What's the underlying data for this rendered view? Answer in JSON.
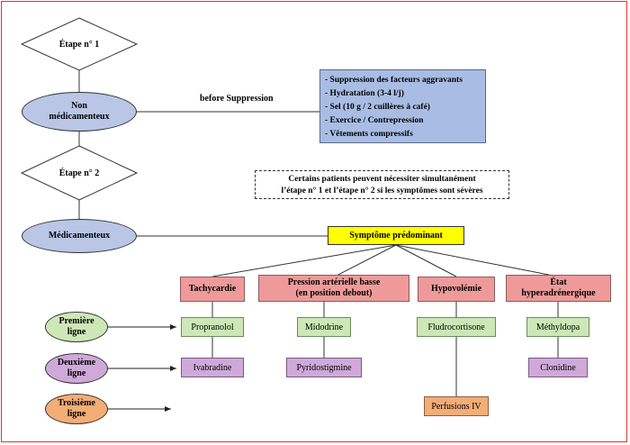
{
  "diamonds": {
    "step1": "Étape n° 1",
    "step2": "Étape n° 2"
  },
  "nodes": {
    "non_med": [
      "Non",
      "médicamenteux"
    ],
    "med": "Médicamenteux",
    "first_line": [
      "Première",
      "ligne"
    ],
    "second_line": [
      "Deuxième",
      "ligne"
    ],
    "third_line": [
      "Troisième",
      "ligne"
    ]
  },
  "edge_label": "before Suppression",
  "nonpharm_list": [
    "- Suppression des facteurs aggravants",
    "- Hydratation (3-4 l/j)",
    "- Sel (10 g / 2 cuillères à café)",
    "- Exercice / Contrepression",
    "- Vêtements compressifs"
  ],
  "note": [
    "Certains patients peuvent nécessiter simultanément",
    "l’étape n° 1 et l’étape n° 2 si les symptômes sont sévères"
  ],
  "predominant": "Symptôme prédominant",
  "symptoms": {
    "tachy": "Tachycardie",
    "pressure": [
      "Pression artérielle basse",
      "(en position debout)"
    ],
    "hypo": "Hypovolémie",
    "hyper": [
      "État",
      "hyperadrénergique"
    ]
  },
  "drugs": {
    "propranolol": "Propranolol",
    "ivabradine": "Ivabradine",
    "midodrine": "Midodrine",
    "pyridostigmine": "Pyridostigmine",
    "fludrocortisone": "Fludrocortisone",
    "perfusions": "Perfusions IV",
    "methyldopa": "Méthyldopa",
    "clonidine": "Clonidine"
  },
  "colors": {
    "frame": "#e0342c",
    "ellipse_blue": "#b9c6e6",
    "list_blue": "#a9bde4",
    "yellow": "#ffff00",
    "pink": "#ef9a9a",
    "green": "#cde8b6",
    "purple": "#cfa9d8",
    "orange": "#f3ad76"
  }
}
